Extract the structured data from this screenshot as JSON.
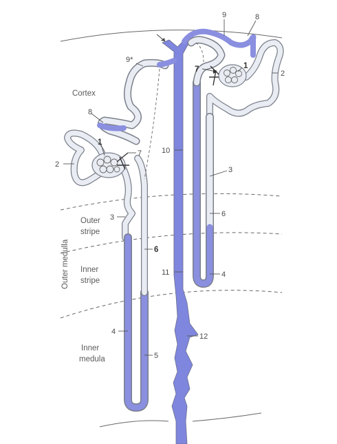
{
  "zones": {
    "cortex": "Cortex",
    "outer_stripe_1": "Outer",
    "outer_stripe_2": "stripe",
    "inner_stripe_1": "Inner",
    "inner_stripe_2": "stripe",
    "outer_medulla": "Outer medulla",
    "inner_medulla_1": "Inner",
    "inner_medulla_2": "medula"
  },
  "labels": {
    "l1_left": "1",
    "l1_right": "1",
    "l2_left": "2",
    "l2_right": "2",
    "l3_left": "3",
    "l3_right": "3",
    "l4_left": "4",
    "l4_right": "4",
    "l5": "5",
    "l6_left": "6",
    "l6_right": "6",
    "l7_left": "7",
    "l7_right": "7",
    "l8_left": "8",
    "l8_top": "8",
    "l9_top": "9",
    "l9_star": "9*",
    "l10": "10",
    "l11": "11",
    "l12": "12"
  },
  "colors": {
    "tubule_pale": "#e9ecf3",
    "tubule_blue": "#8a8fe0",
    "collecting_duct": "#7f86de",
    "outline": "#7a7f8a",
    "boundary": "#666666"
  }
}
